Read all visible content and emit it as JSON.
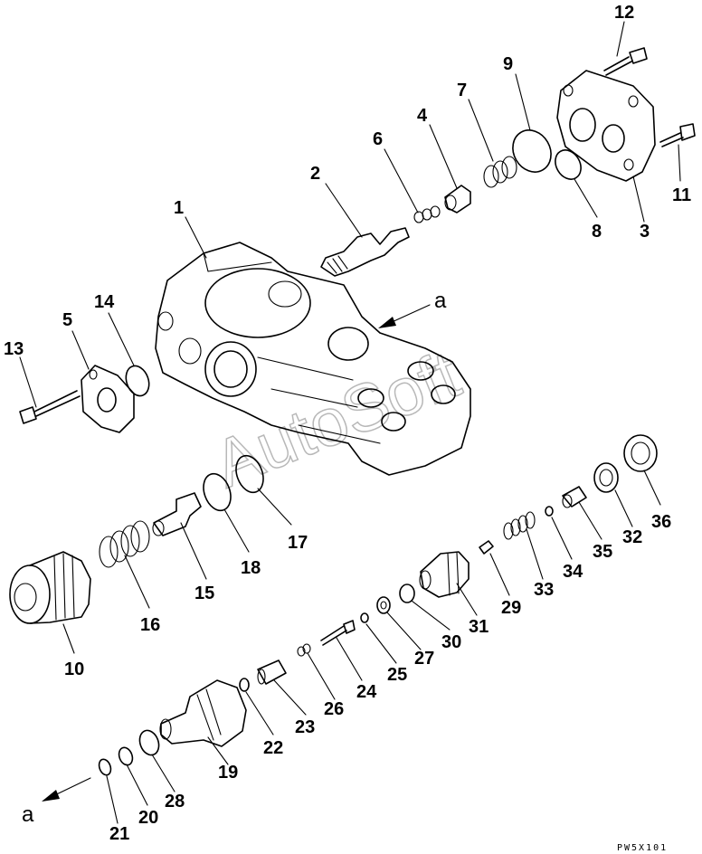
{
  "diagram": {
    "callouts": [
      {
        "id": "c1",
        "text": "1"
      },
      {
        "id": "c2",
        "text": "2"
      },
      {
        "id": "c3",
        "text": "3"
      },
      {
        "id": "c4",
        "text": "4"
      },
      {
        "id": "c5",
        "text": "5"
      },
      {
        "id": "c6",
        "text": "6"
      },
      {
        "id": "c7",
        "text": "7"
      },
      {
        "id": "c8",
        "text": "8"
      },
      {
        "id": "c9",
        "text": "9"
      },
      {
        "id": "c10",
        "text": "10"
      },
      {
        "id": "c11",
        "text": "11"
      },
      {
        "id": "c12",
        "text": "12"
      },
      {
        "id": "c13",
        "text": "13"
      },
      {
        "id": "c14",
        "text": "14"
      },
      {
        "id": "c15",
        "text": "15"
      },
      {
        "id": "c16",
        "text": "16"
      },
      {
        "id": "c17",
        "text": "17"
      },
      {
        "id": "c18",
        "text": "18"
      },
      {
        "id": "c19",
        "text": "19"
      },
      {
        "id": "c20",
        "text": "20"
      },
      {
        "id": "c21",
        "text": "21"
      },
      {
        "id": "c22",
        "text": "22"
      },
      {
        "id": "c23",
        "text": "23"
      },
      {
        "id": "c24",
        "text": "24"
      },
      {
        "id": "c25",
        "text": "25"
      },
      {
        "id": "c26",
        "text": "26"
      },
      {
        "id": "c27",
        "text": "27"
      },
      {
        "id": "c28",
        "text": "28"
      },
      {
        "id": "c29",
        "text": "29"
      },
      {
        "id": "c30",
        "text": "30"
      },
      {
        "id": "c31",
        "text": "31"
      },
      {
        "id": "c32",
        "text": "32"
      },
      {
        "id": "c33",
        "text": "33"
      },
      {
        "id": "c34",
        "text": "34"
      },
      {
        "id": "c35",
        "text": "35"
      },
      {
        "id": "c36",
        "text": "36"
      }
    ],
    "view_ref_top": "a",
    "view_ref_bottom": "a",
    "watermark": "AutoSoft",
    "drawing_code": "PW5X101"
  }
}
